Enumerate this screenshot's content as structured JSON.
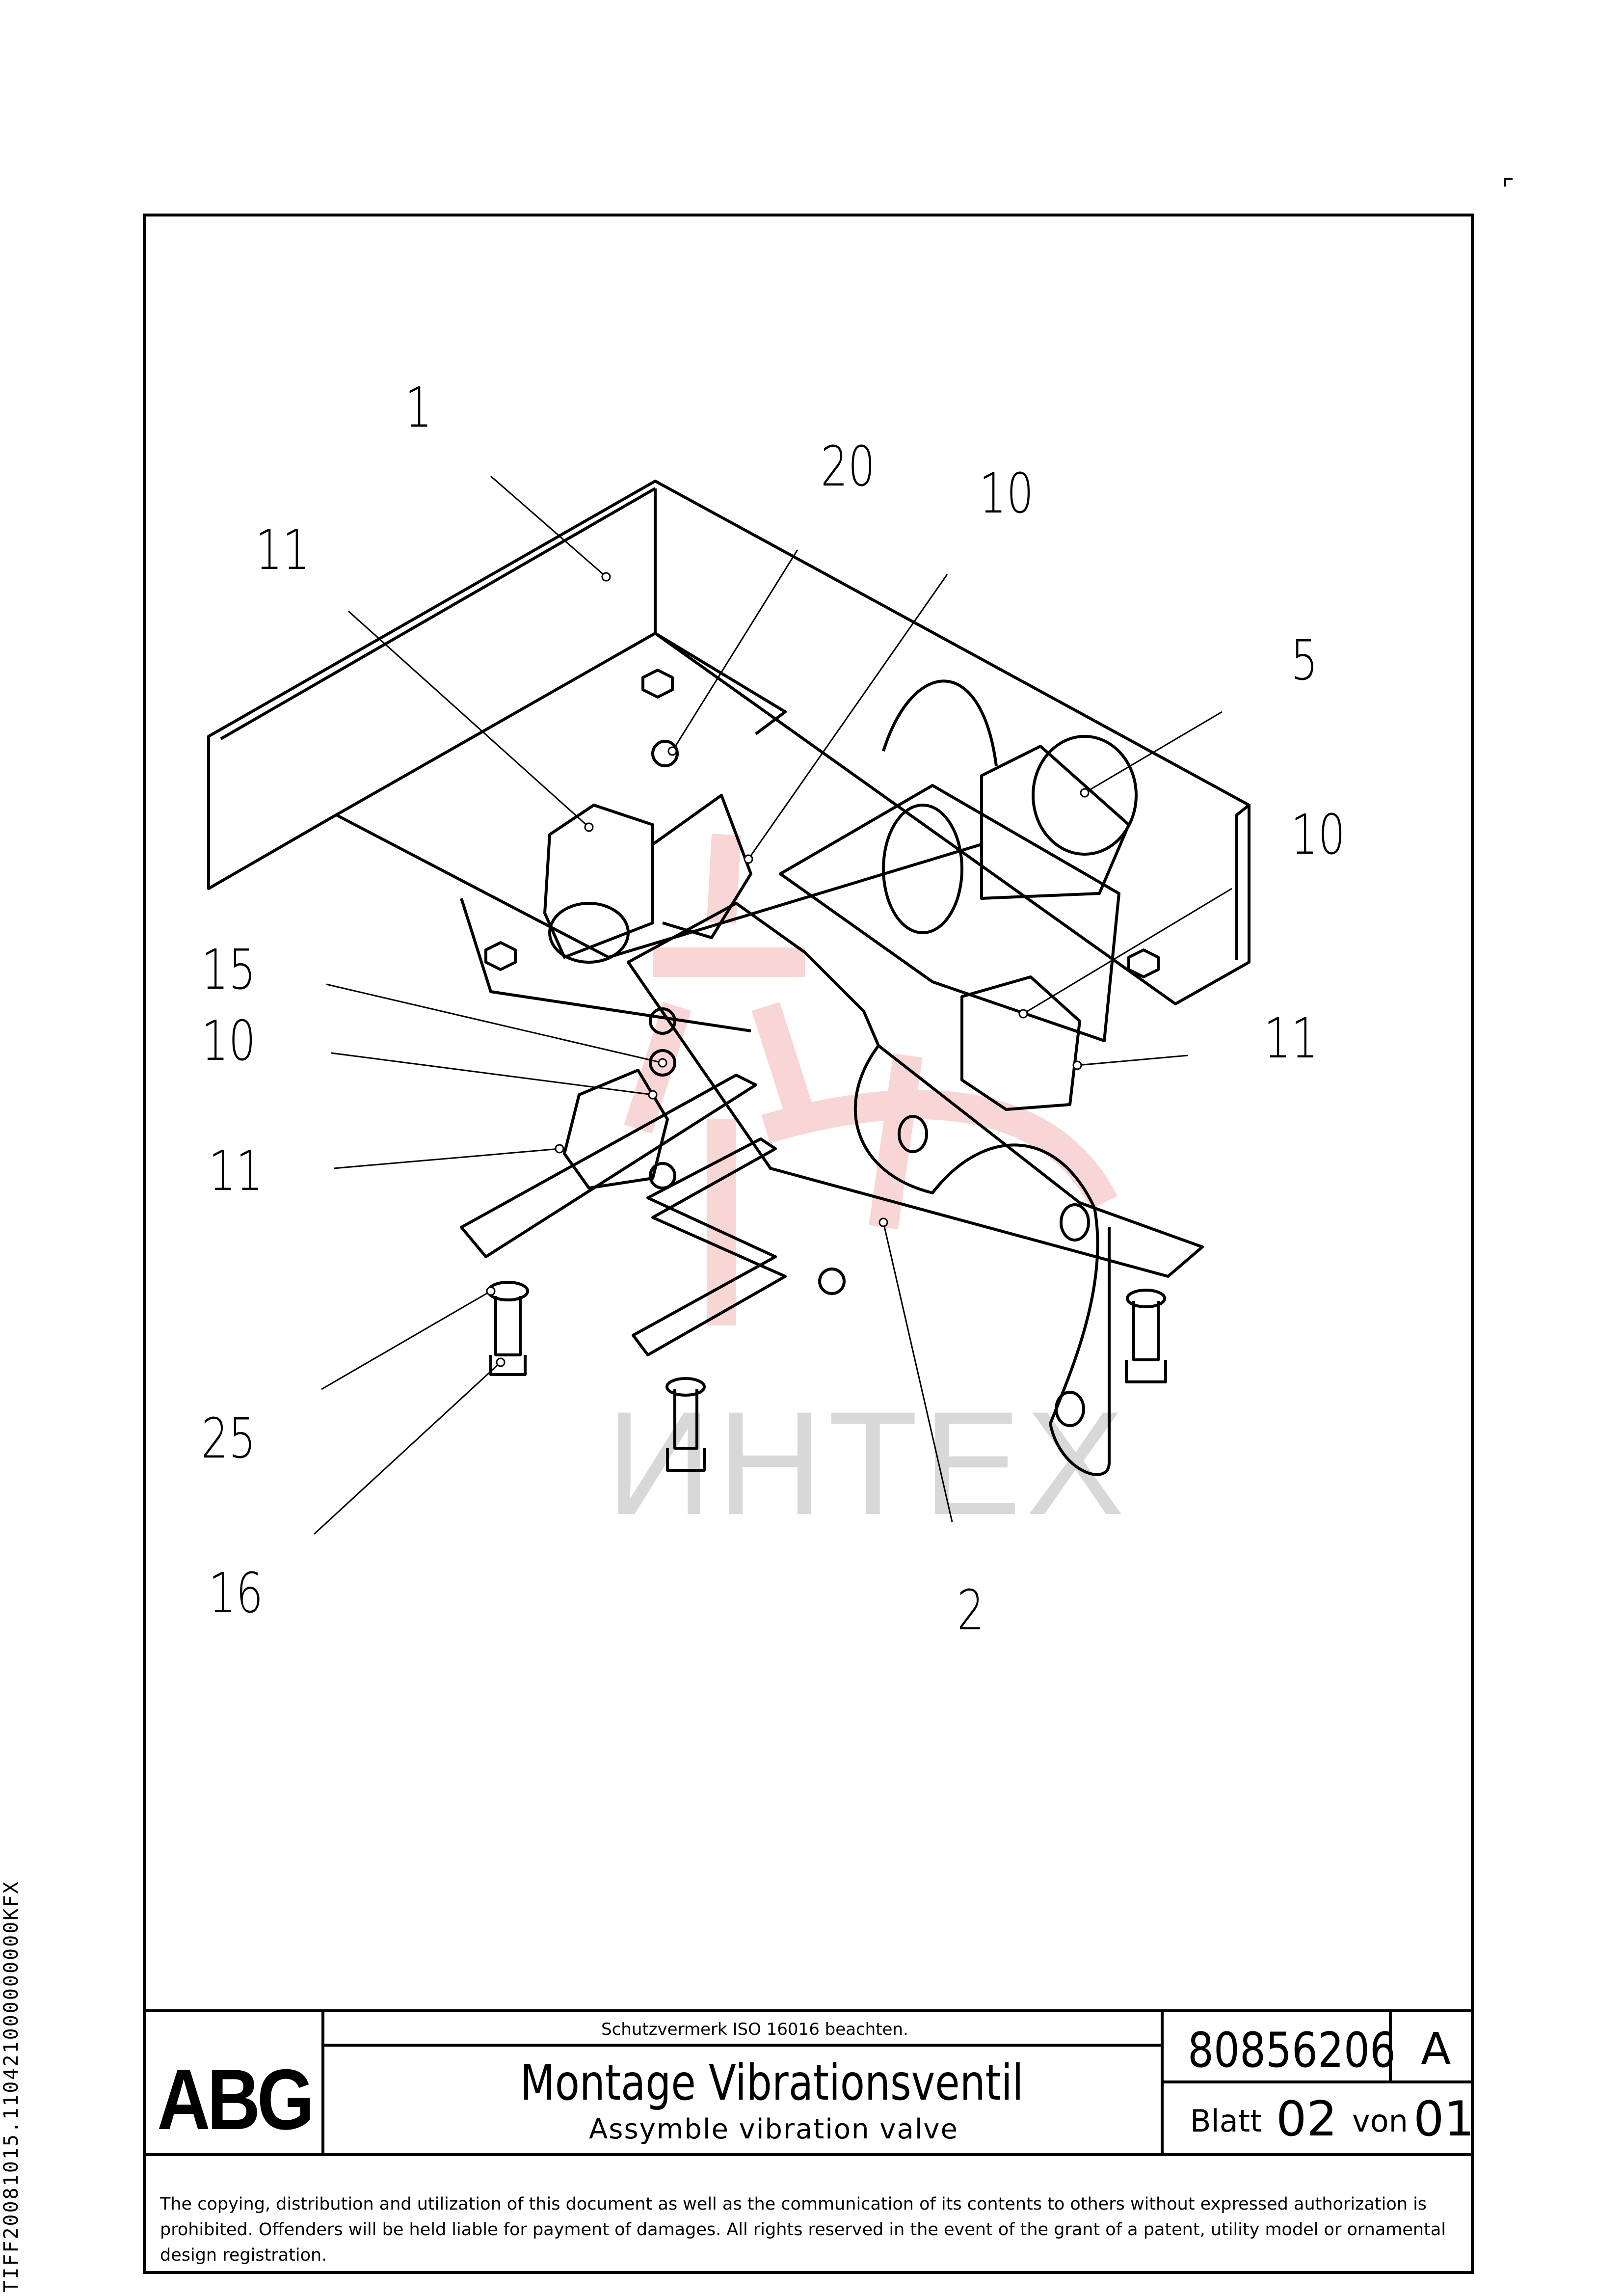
{
  "side_code": "TIFF20081015.110421000000000KFX",
  "callouts": [
    {
      "id": "c1",
      "label": "1"
    },
    {
      "id": "c20",
      "label": "20"
    },
    {
      "id": "c10a",
      "label": "10"
    },
    {
      "id": "c11a",
      "label": "11"
    },
    {
      "id": "c5",
      "label": "5"
    },
    {
      "id": "c10b",
      "label": "10"
    },
    {
      "id": "c15",
      "label": "15"
    },
    {
      "id": "c10c",
      "label": "10"
    },
    {
      "id": "c11b",
      "label": "11"
    },
    {
      "id": "c11c",
      "label": "11"
    },
    {
      "id": "c25",
      "label": "25"
    },
    {
      "id": "c16",
      "label": "16"
    },
    {
      "id": "c2",
      "label": "2"
    }
  ],
  "watermark": "ИНТЕХ",
  "title_block": {
    "logo": "ABG",
    "protection_note": "Schutzvermerk ISO 16016 beachten.",
    "title_de": "Montage Vibrationsventil",
    "title_en": "Assymble vibration valve",
    "document_number": "80856206",
    "revision": "A",
    "sheet_label": "Blatt",
    "sheet_value": "02",
    "of_label": "von",
    "of_value": "01"
  },
  "copyright": "The copying, distribution and utilization of this document as well as the communication of its contents to others without expressed authorization is prohibited. Offenders will be held liable for payment of damages. All rights reserved in the event of the grant of a patent, utility model or ornamental design registration."
}
